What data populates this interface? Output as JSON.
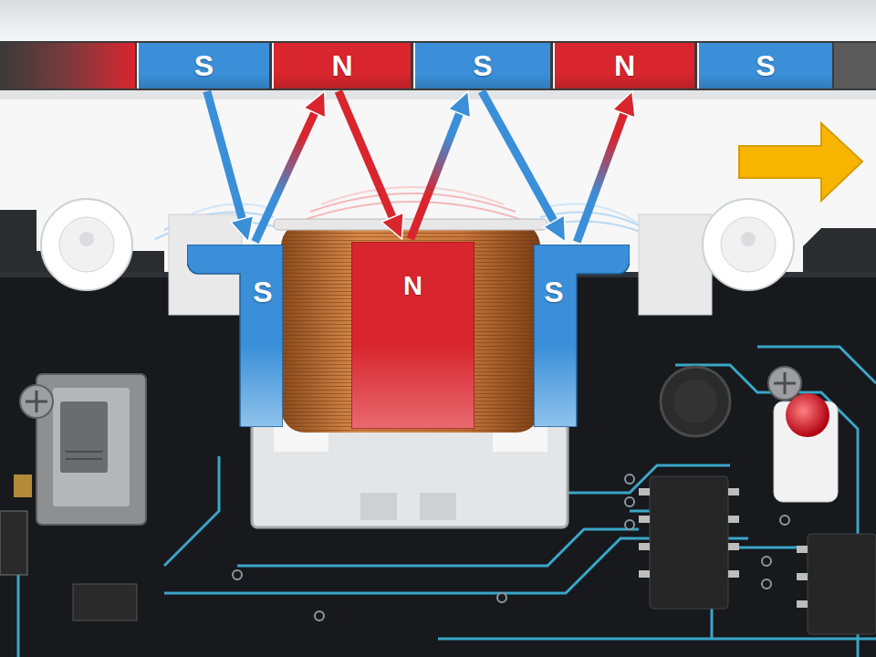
{
  "diagram": {
    "nodes": [
      {
        "text": [
          "S"
        ]
      },
      {
        "text": [
          "N"
        ]
      },
      {
        "text": [
          "S"
        ]
      },
      {
        "text": [
          "N"
        ]
      },
      {
        "text": [
          "S"
        ]
      },
      {
        "text": [
          "S"
        ]
      },
      {
        "text": [
          "N"
        ]
      },
      {
        "text": [
          "S"
        ]
      }
    ],
    "edges": [
      {
        "from": 0,
        "to": 5,
        "arrow": "to"
      },
      {
        "from": 5,
        "to": 1,
        "arrow": "to"
      },
      {
        "from": 1,
        "to": 6,
        "arrow": "to"
      },
      {
        "from": 6,
        "to": 2,
        "arrow": "to"
      },
      {
        "from": 2,
        "to": 7,
        "arrow": "to"
      },
      {
        "from": 7,
        "to": 3,
        "arrow": "to"
      }
    ]
  }
}
